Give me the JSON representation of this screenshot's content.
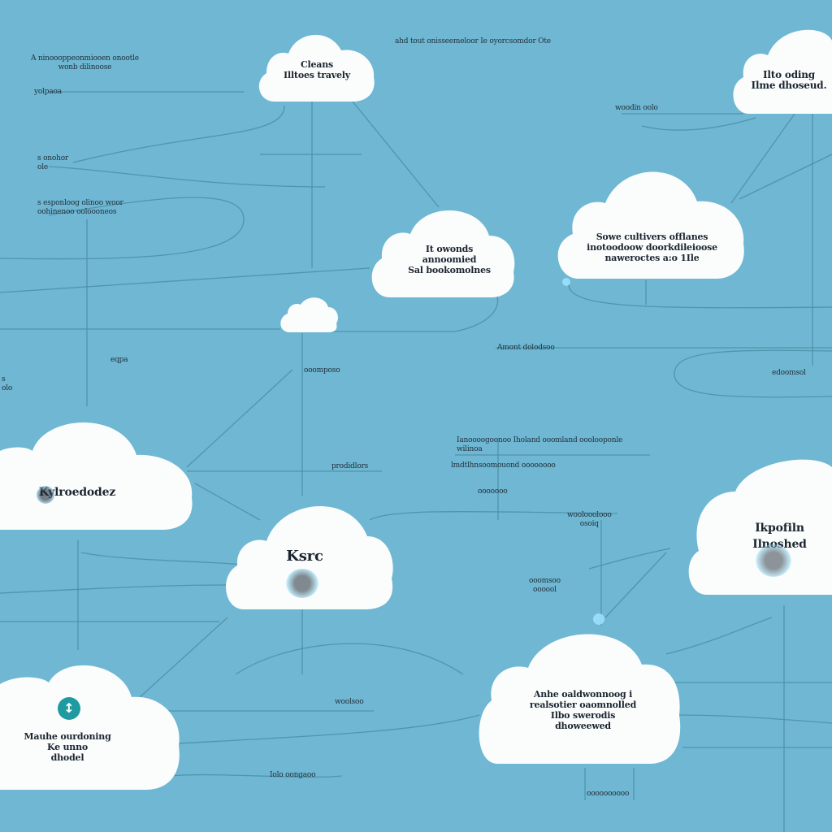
{
  "colors": {
    "background": "#6fb7d2",
    "cloud": "#fbfdfd",
    "connector": "#4a8fa8",
    "text": "#1b2530",
    "accent": "#1e9aa0"
  },
  "clouds": [
    {
      "id": "c1",
      "text": "Cleans\nIlltoes travely"
    },
    {
      "id": "c2",
      "text": "Ilto oding\nIlme dhoseud."
    },
    {
      "id": "c3",
      "text": "Sowe cultivers offlanes\ninotoodoow doorkdileioose\nnaweroctes a:o 1Ile"
    },
    {
      "id": "c4",
      "text": "It owonds\nannoomied\nSal bookomolnes"
    },
    {
      "id": "c5",
      "text": ""
    },
    {
      "id": "c6",
      "text": "Kylroedodez"
    },
    {
      "id": "c7",
      "text": "Ksrc"
    },
    {
      "id": "c8",
      "text": "Ikpofiln\nIlnoshed"
    },
    {
      "id": "c9",
      "text": "Anhe oaldwonnoog i\nrealsotier oaomnolled\nIlbo swerodis\ndhoweewed"
    },
    {
      "id": "c10",
      "text": "Mauhe ourdoning\nKe unno\ndhodel"
    }
  ],
  "badge_icon": "info-icon",
  "annotations": [
    {
      "id": "a1",
      "text": "ahd tout onisseemeloor Ie oyorcsomdor Ote"
    },
    {
      "id": "a2",
      "text": "A ninoooppeonmiooen onootle\nwonb dilinoose"
    },
    {
      "id": "a3",
      "text": "yolpaoa"
    },
    {
      "id": "a4",
      "text": "s onohor\nole"
    },
    {
      "id": "a5",
      "text": "s esponloog olinoo woor\noohinenoo ooloooneos"
    },
    {
      "id": "a6",
      "text": "woodin oolo"
    },
    {
      "id": "a7",
      "text": "Amont dolodsoo"
    },
    {
      "id": "a8",
      "text": "ooomposo"
    },
    {
      "id": "a9",
      "text": "edoomsol"
    },
    {
      "id": "a10",
      "text": "eqpa"
    },
    {
      "id": "a11",
      "text": "s\nolo"
    },
    {
      "id": "a12",
      "text": "Ianoooogoonoo Iholand ooomland ooolooponle\nwilinoa"
    },
    {
      "id": "a13",
      "text": "lmdtlhnsoomouond oooooooo"
    },
    {
      "id": "a14",
      "text": "ooooooo"
    },
    {
      "id": "a15",
      "text": "prodidlors"
    },
    {
      "id": "a16",
      "text": "woolooolooo\nosoiq"
    },
    {
      "id": "a17",
      "text": "ooomsoo\noooool"
    },
    {
      "id": "a18",
      "text": "woolsoo"
    },
    {
      "id": "a19",
      "text": "Iolo oongaoo"
    },
    {
      "id": "a20",
      "text": "oooooooooo"
    }
  ]
}
